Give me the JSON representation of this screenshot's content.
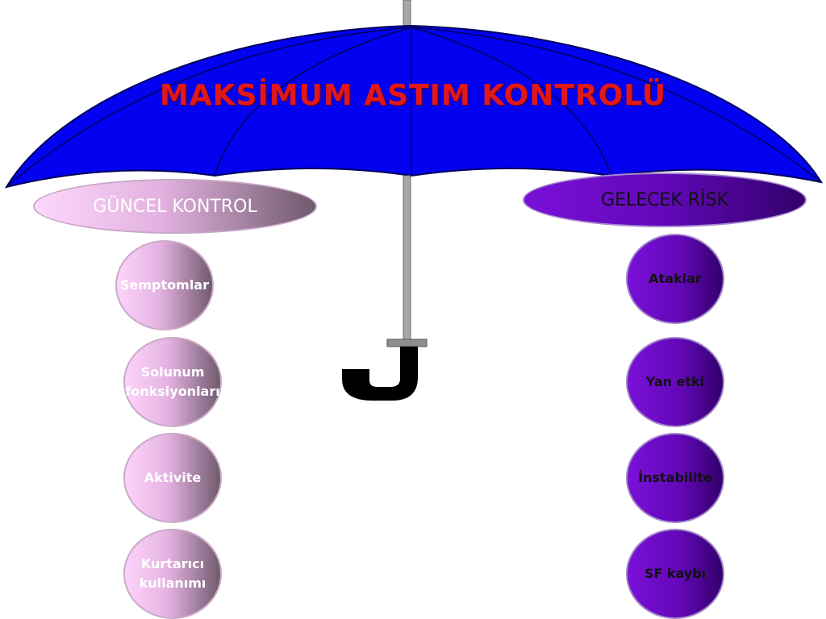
{
  "title": "MAKSİMUM ASTIM KONTROLÜ",
  "left_group": {
    "heading": "GÜNCEL KONTROL",
    "items": [
      "Semptomlar",
      "Solunum\nfonksiyonları",
      "Aktivite",
      "Kurtarıcı\nkullanımı"
    ]
  },
  "right_group": {
    "heading": "GELECEK RİSK",
    "items": [
      "Ataklar",
      "Yan etki",
      "İnstabilite",
      "SF kaybı"
    ]
  },
  "colors": {
    "canopy": "#0202f0",
    "title": "#e01818",
    "left_accent": "#fdd7fb",
    "right_accent": "#6a0cc8"
  },
  "icons": {
    "main": "umbrella-icon"
  }
}
